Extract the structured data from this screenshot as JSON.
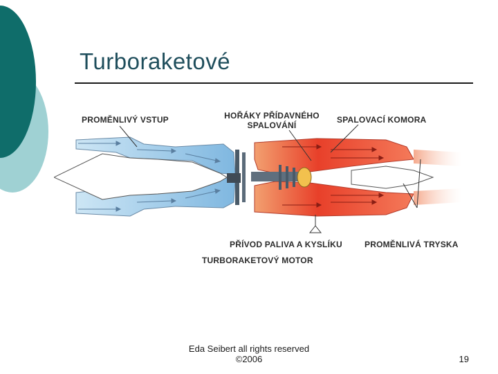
{
  "slide": {
    "title": "Turboraketové",
    "page_number": "19"
  },
  "footer": {
    "line1": "Eda Seibert all rights reserved",
    "line2": "©2006"
  },
  "diagram": {
    "labels": {
      "variable_inlet": "PROMĚNLIVÝ VSTUP",
      "afterburner_line1": "HOŘÁKY PŘÍDAVNÉHO",
      "afterburner_line2": "SPALOVÁNÍ",
      "combustion_chamber": "SPALOVACÍ KOMORA",
      "fuel_oxygen_supply": "PŘÍVOD PALIVA A KYSLÍKU",
      "variable_nozzle": "PROMĚNLIVÁ TRYSKA",
      "caption": "TURBORAKETOVÝ MOTOR"
    }
  },
  "colors": {
    "deco_dark": "#0f6d6a",
    "deco_light": "#9fd1d3",
    "intake_blue": "#9ccbe8",
    "combustion_red": "#e8402a"
  }
}
